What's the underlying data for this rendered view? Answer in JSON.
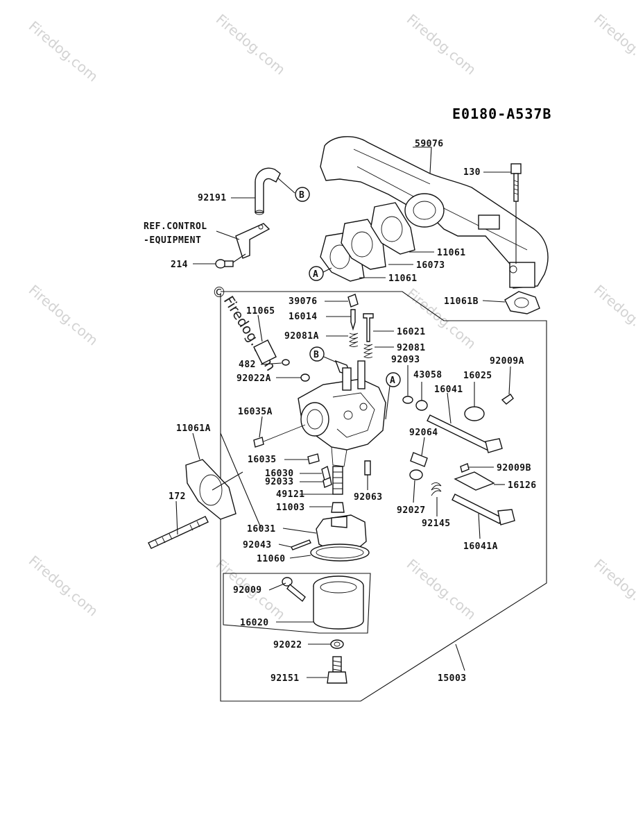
{
  "diagram_code": "E0180-A537B",
  "watermark": "Firedog.com",
  "copyright_symbol": "©",
  "callouts": {
    "a": "A",
    "b": "B"
  },
  "ref_note": {
    "line1": "REF.CONTROL",
    "line2": "-EQUIPMENT"
  },
  "labels": {
    "p59076": "59076",
    "p130": "130",
    "p92191": "92191",
    "p11061_1": "11061",
    "p16073": "16073",
    "p11061_2": "11061",
    "p214": "214",
    "p11061B": "11061B",
    "p39076": "39076",
    "p11065": "11065",
    "p16014": "16014",
    "p16021": "16021",
    "p92081A": "92081A",
    "p92081": "92081",
    "p482": "482",
    "p92093": "92093",
    "p92009A": "92009A",
    "p92022A": "92022A",
    "p43058": "43058",
    "p16025": "16025",
    "p16041": "16041",
    "p16035A": "16035A",
    "p11061A": "11061A",
    "p92064": "92064",
    "p16035": "16035",
    "p92009B": "92009B",
    "p16030": "16030",
    "p16126": "16126",
    "p92033": "92033",
    "p49121": "49121",
    "p92063": "92063",
    "p172": "172",
    "p11003": "11003",
    "p92027": "92027",
    "p92145": "92145",
    "p16031": "16031",
    "p16041A": "16041A",
    "p92043": "92043",
    "p11060": "11060",
    "p92009": "92009",
    "p16020": "16020",
    "p92022": "92022",
    "p15003": "15003",
    "p92151": "92151"
  }
}
